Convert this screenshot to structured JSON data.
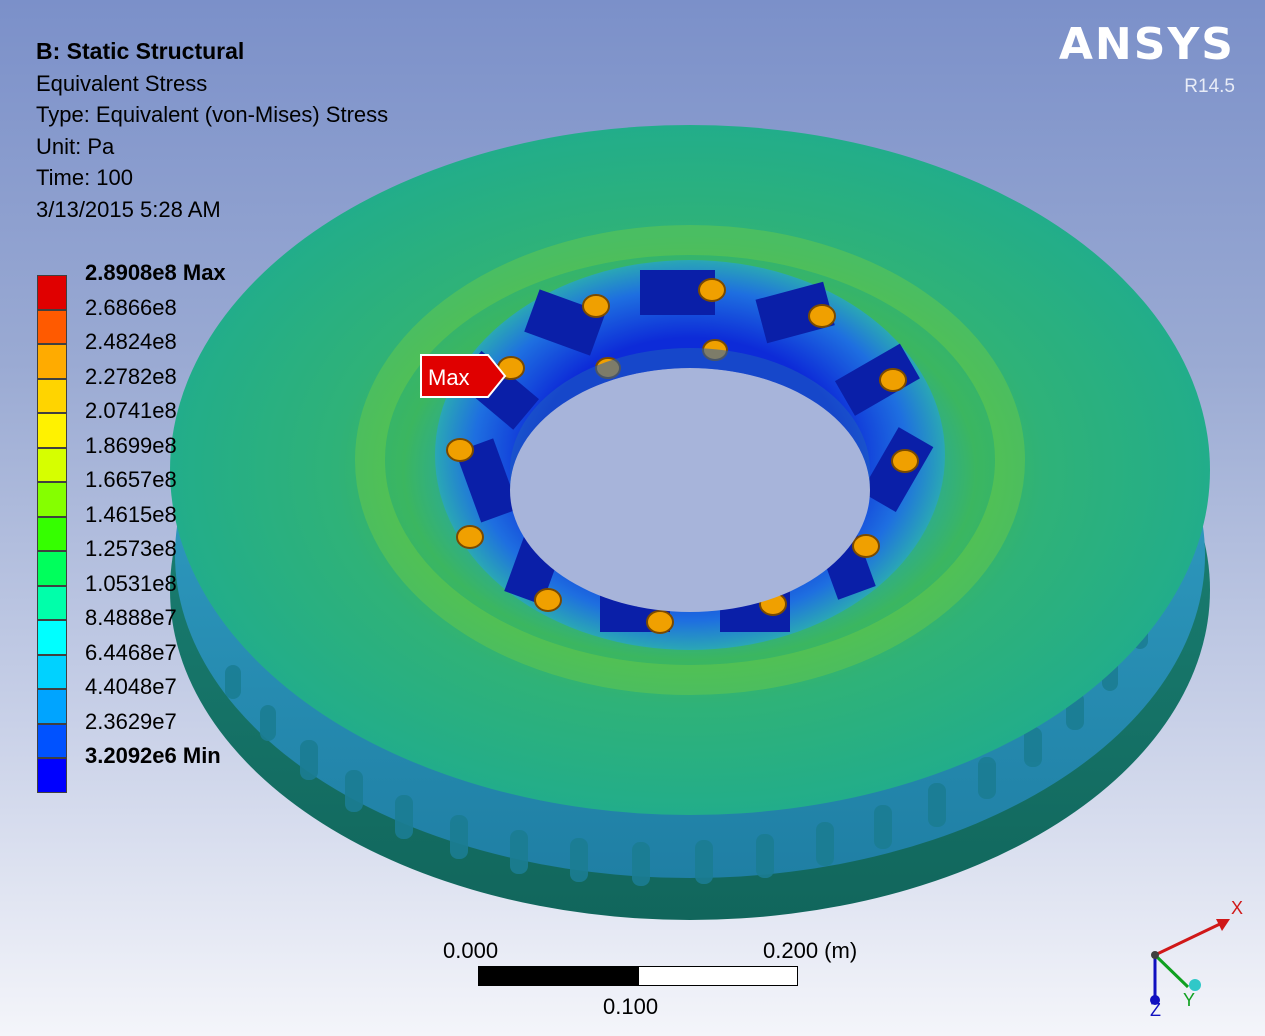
{
  "header": {
    "system": "B: Static Structural",
    "result": "Equivalent Stress",
    "type": "Type: Equivalent (von-Mises) Stress",
    "unit": "Unit: Pa",
    "time": "Time: 100",
    "date": "3/13/2015 5:28 AM"
  },
  "brand": {
    "name": "ANSYS",
    "version": "R14.5"
  },
  "legend": {
    "labels": [
      "2.8908e8 Max",
      "2.6866e8",
      "2.4824e8",
      "2.2782e8",
      "2.0741e8",
      "1.8699e8",
      "1.6657e8",
      "1.4615e8",
      "1.2573e8",
      "1.0531e8",
      "8.4888e7",
      "6.4468e7",
      "4.4048e7",
      "2.3629e7",
      "3.2092e6 Min"
    ],
    "colors": [
      "#e00000",
      "#ff5a00",
      "#ffab00",
      "#ffd400",
      "#fff200",
      "#d6ff00",
      "#85ff00",
      "#35ff00",
      "#00ff5c",
      "#00ffaa",
      "#00ffff",
      "#00d2ff",
      "#00a4ff",
      "#0052ff",
      "#0000ff"
    ]
  },
  "probe": {
    "label": "Max"
  },
  "scale": {
    "left": "0.000",
    "right": "0.200 (m)",
    "middle": "0.100"
  },
  "triad": {
    "x": "X",
    "y": "Y",
    "z": "Z"
  },
  "colors": {
    "disc_face": "#21b288",
    "disc_rim": "#16786a",
    "background_top": "#7b90c9",
    "background_bottom": "#f4f5fa"
  }
}
